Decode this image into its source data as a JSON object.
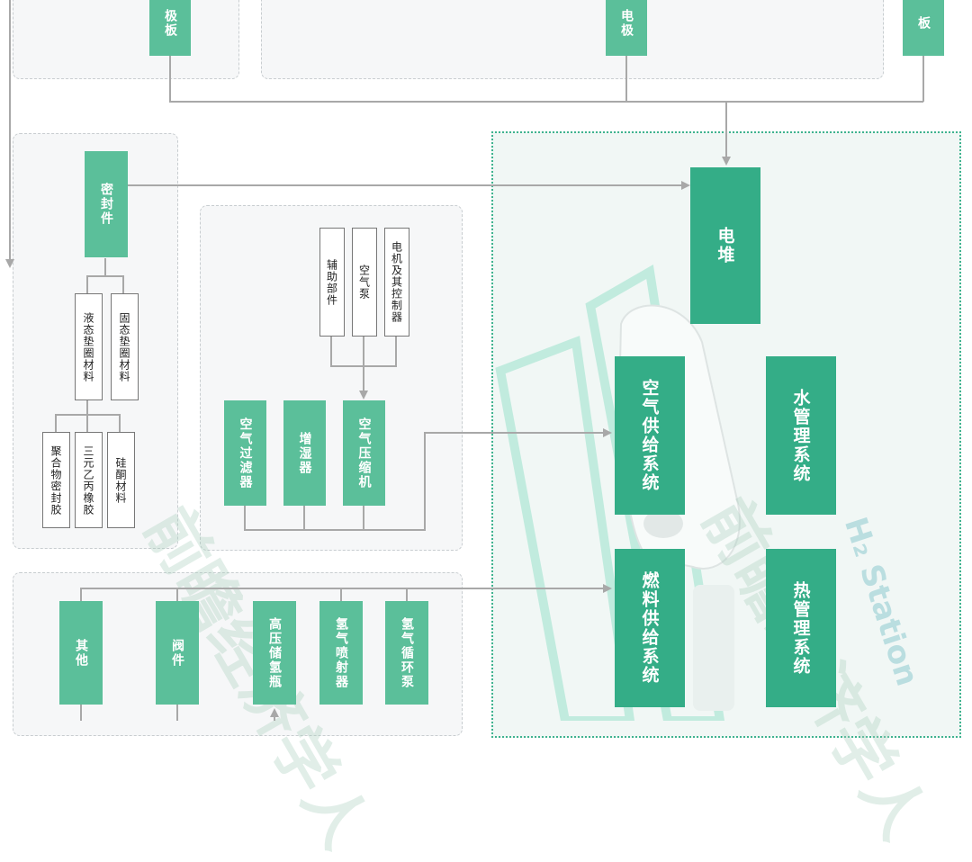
{
  "top_row": {
    "bipolar_plate": "极板",
    "electrode": "电极",
    "other_plate": "板"
  },
  "seals": {
    "main": "密封件",
    "solid_gasket": "固态垫圈材料",
    "liquid_gasket": "液态垫圈材料",
    "polymer_sealant": "聚合物密封胶",
    "epdm_rubber": "三元乙丙橡胶",
    "silicone": "硅酮材料"
  },
  "air_parts": {
    "motor_controller": "电机及其控制器",
    "air_pump": "空气泵",
    "auxiliary": "辅助部件",
    "air_filter": "空气过滤器",
    "humidifier": "增湿器",
    "air_compressor": "空气压缩机"
  },
  "fuel_parts": {
    "other": "其他",
    "valve": "阀件",
    "hp_tank": "高压储氢瓶",
    "h2_injector": "氢气喷射器",
    "h2_pump": "氢气循环泵"
  },
  "systems": {
    "stack": "电堆",
    "air_supply": "空气供给系统",
    "water_mgmt": "水管理系统",
    "fuel_supply": "燃料供给系统",
    "thermal_mgmt": "热管理系统"
  },
  "background": {
    "logo": "H₂ Station",
    "watermark": "前瞻经济学人"
  },
  "colors": {
    "dark_green": "#34ad87",
    "medium_green": "#5bbf9a",
    "line_gray": "#a8a8a8"
  }
}
